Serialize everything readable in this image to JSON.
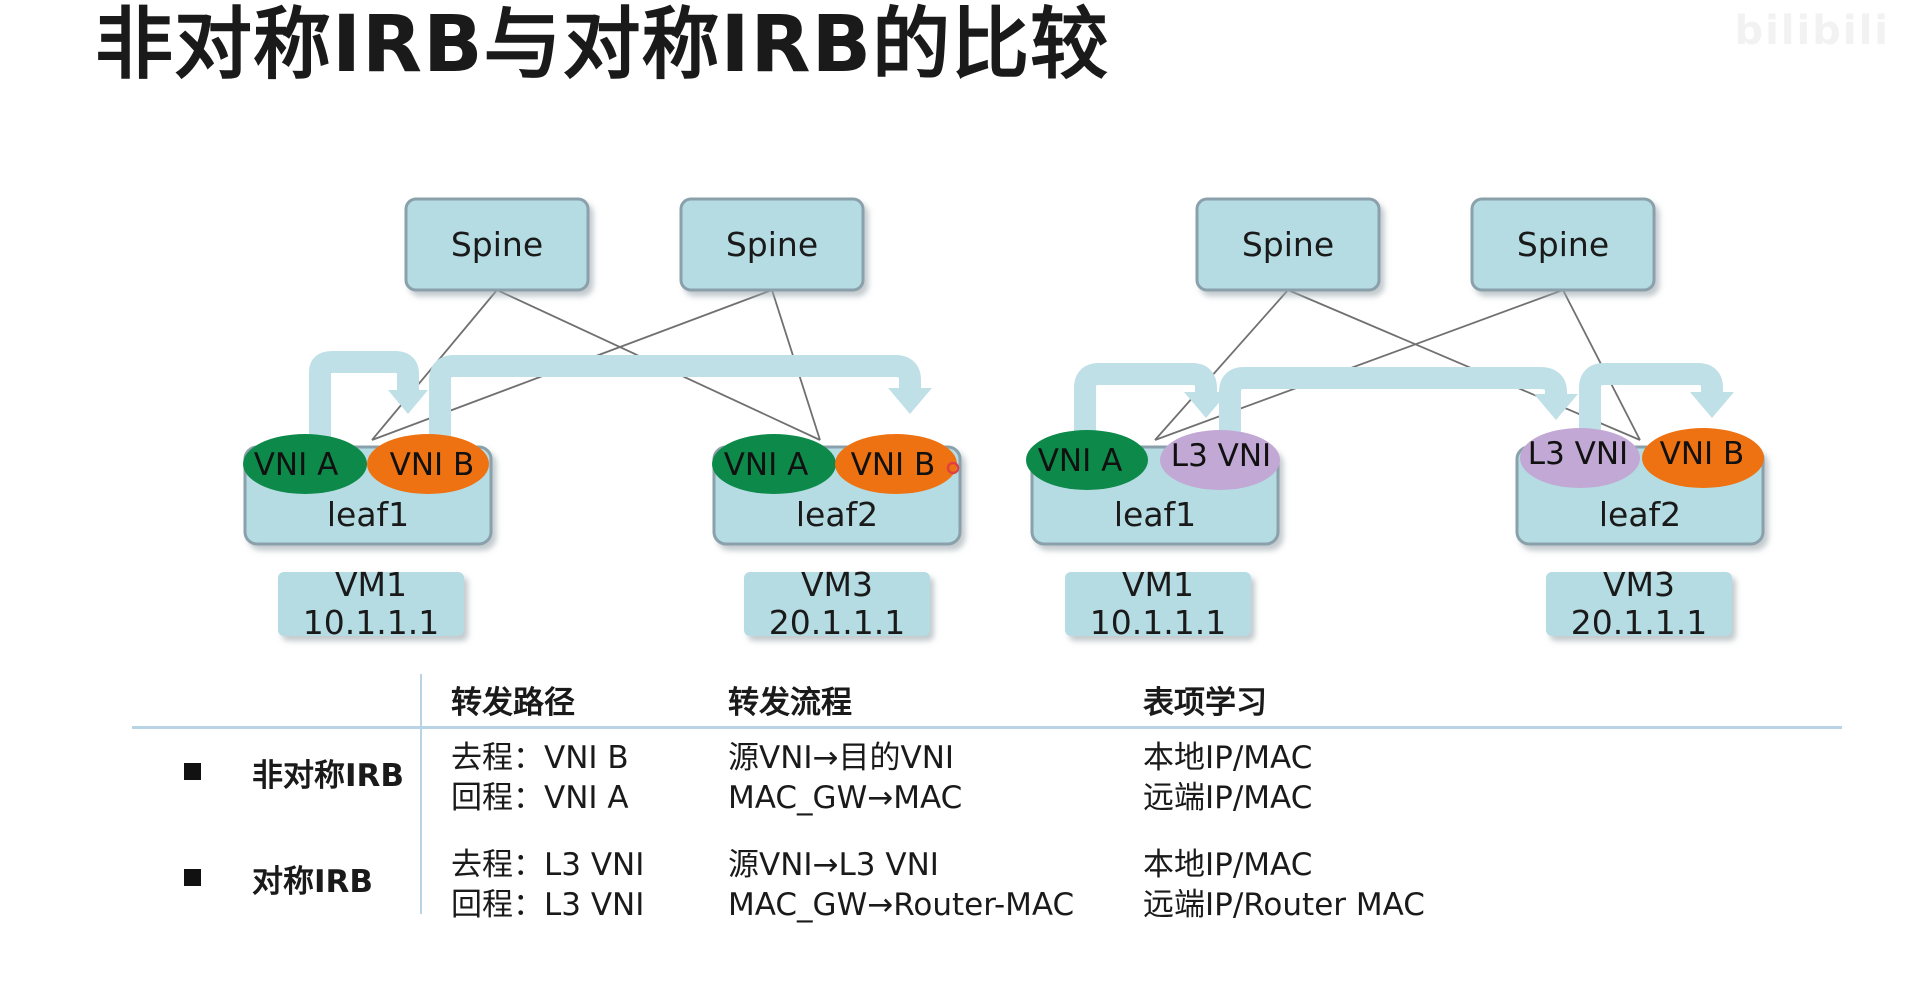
{
  "title": "非对称IRB与对称IRB的比较",
  "watermark": "bilibili",
  "left": {
    "spines": [
      "Spine",
      "Spine"
    ],
    "leaf1": {
      "label": "leaf1",
      "ovals": [
        "VNI A",
        "VNI B"
      ]
    },
    "leaf2": {
      "label": "leaf2",
      "ovals": [
        "VNI A",
        "VNI B"
      ]
    },
    "vm1": {
      "name": "VM1",
      "ip": "10.1.1.1"
    },
    "vm3": {
      "name": "VM3",
      "ip": "20.1.1.1"
    }
  },
  "right": {
    "spines": [
      "Spine",
      "Spine"
    ],
    "leaf1": {
      "label": "leaf1",
      "ovals": [
        "VNI A",
        "L3 VNI"
      ]
    },
    "leaf2": {
      "label": "leaf2",
      "ovals": [
        "L3 VNI",
        "VNI B"
      ]
    },
    "vm1": {
      "name": "VM1",
      "ip": "10.1.1.1"
    },
    "vm3": {
      "name": "VM3",
      "ip": "20.1.1.1"
    }
  },
  "colors": {
    "box_fill": "#b5dce3",
    "box_stroke": "#8aa0ab",
    "green": "#0d8a4a",
    "orange": "#ee7212",
    "purple": "#c2a8d4",
    "arrow": "#bfe0e6"
  },
  "table": {
    "headers": [
      "转发路径",
      "转发流程",
      "表项学习"
    ],
    "rows": [
      {
        "label": "非对称IRB",
        "path": [
          "去程：VNI B",
          "回程：VNI A"
        ],
        "flow": [
          "源VNI→目的VNI",
          "MAC_GW→MAC"
        ],
        "learn": [
          "本地IP/MAC",
          "远端IP/MAC"
        ]
      },
      {
        "label": "对称IRB",
        "path": [
          "去程：L3 VNI",
          "回程：L3 VNI"
        ],
        "flow": [
          "源VNI→L3 VNI",
          "MAC_GW→Router-MAC"
        ],
        "learn": [
          "本地IP/MAC",
          "远端IP/Router MAC"
        ]
      }
    ]
  }
}
